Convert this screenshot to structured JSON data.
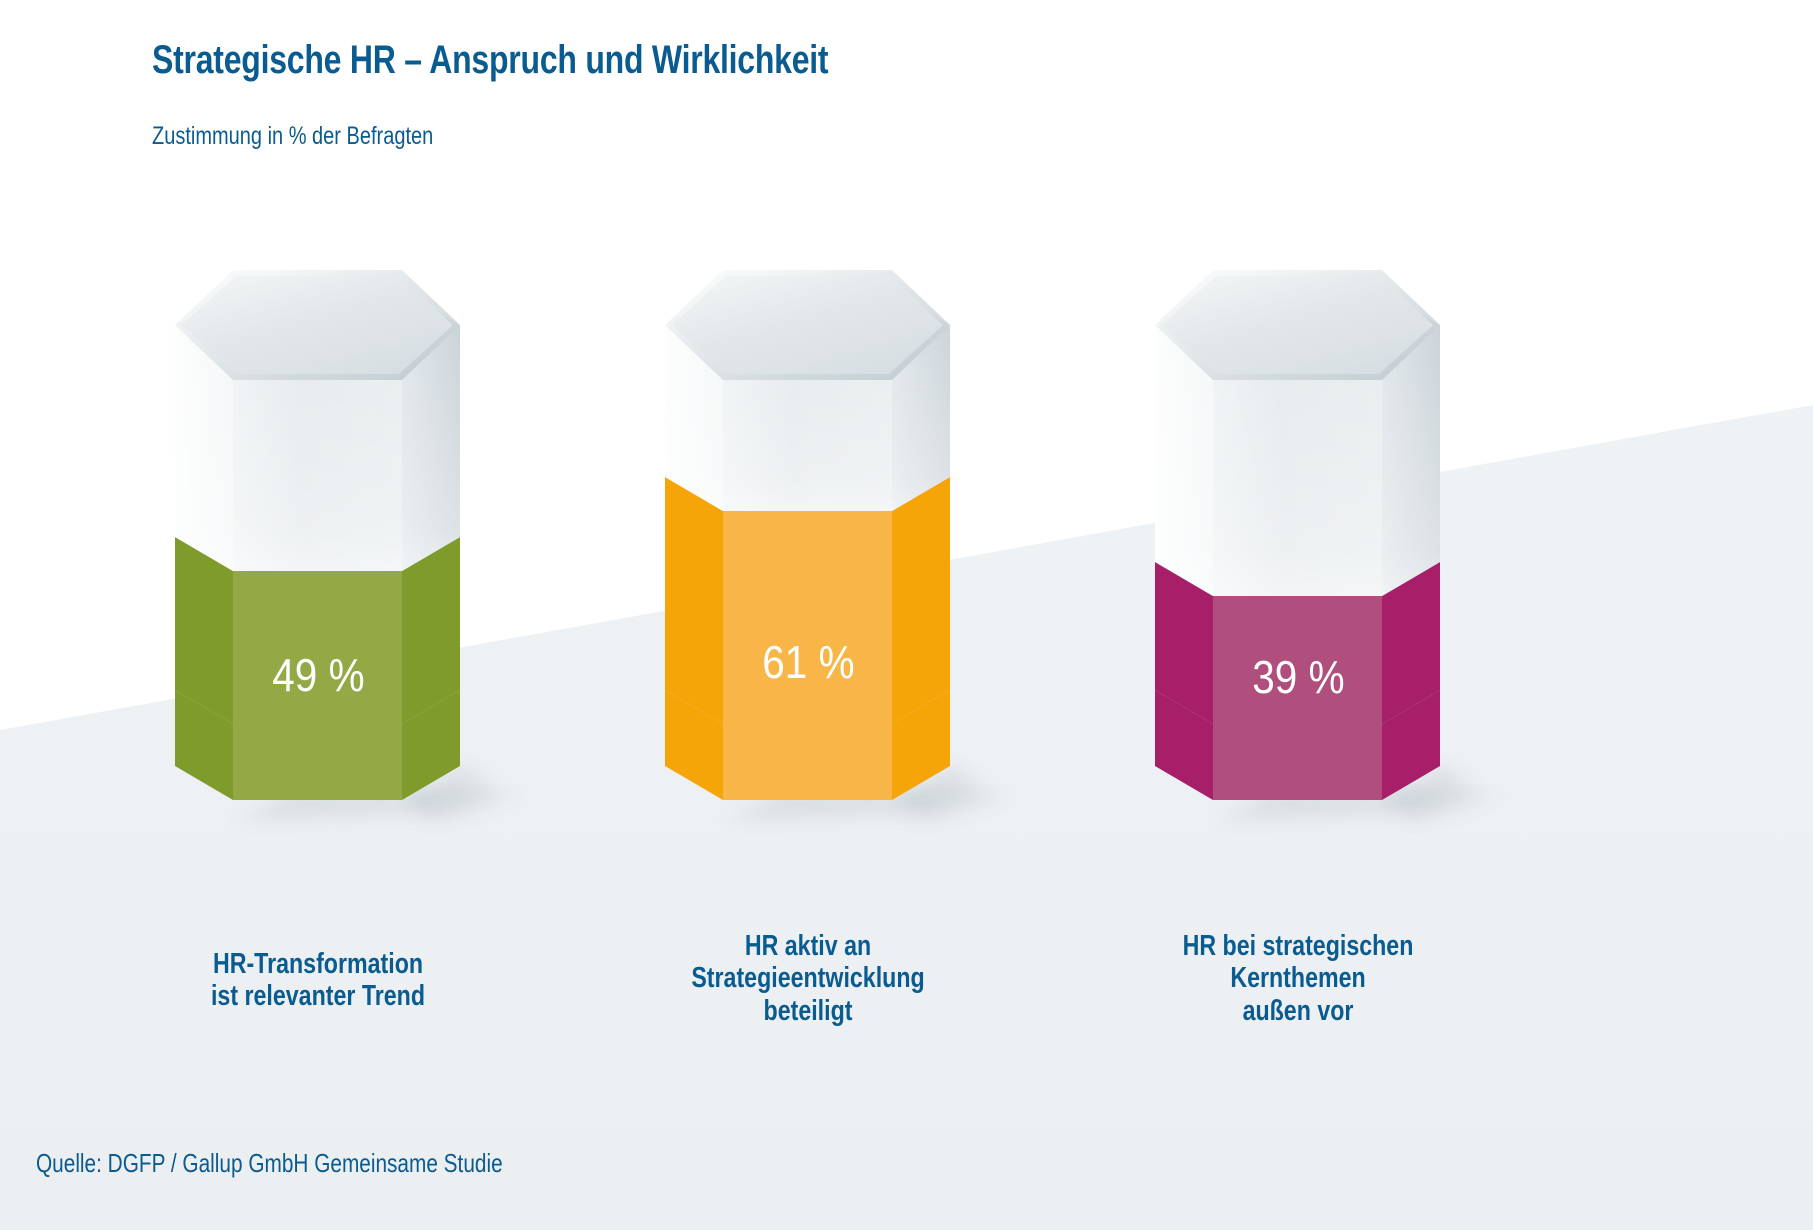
{
  "header": {
    "title": "Strategische HR – Anspruch und Wirklichkeit",
    "subtitle": "Zustimmung in % der Befragten",
    "title_color": "#0a5b8f"
  },
  "footer": {
    "source": "Quelle: DGFP / Gallup GmbH Gemeinsame Studie"
  },
  "chart_data": {
    "type": "bar",
    "title": "Strategische HR – Anspruch und Wirklichkeit",
    "subtitle": "Zustimmung in % der Befragten",
    "xlabel": "",
    "ylabel": "Zustimmung in % der Befragten",
    "ylim": [
      0,
      100
    ],
    "unit": "%",
    "grid": false,
    "legend": "none",
    "style": "3d-hexagonal-prism",
    "categories": [
      "HR-Transformation ist relevanter Trend",
      "HR aktiv an Strategieentwicklung beteiligt",
      "HR bei strategischen Kernthemen außen vor"
    ],
    "values": [
      49,
      61,
      39
    ],
    "value_labels": [
      "49 %",
      "61 %",
      "39 %"
    ],
    "colors": [
      "#87a440",
      "#f7a70c",
      "#a9216b"
    ],
    "series": [
      {
        "name": "Zustimmung in % der Befragten",
        "values": [
          49,
          61,
          39
        ]
      }
    ]
  },
  "bars": [
    {
      "id": "bar-1",
      "value": 49,
      "value_label": "49 %",
      "label_lines": [
        "HR-Transformation",
        "ist relevanter Trend"
      ],
      "color_front": "#93a946",
      "color_side": "#7f9b2b",
      "color_side_right": "#7f9b2b"
    },
    {
      "id": "bar-2",
      "value": 61,
      "value_label": "61 %",
      "label_lines": [
        "HR aktiv an",
        "Strategieentwicklung",
        "beteiligt"
      ],
      "color_front": "#f9b648",
      "color_side": "#f6a508",
      "color_side_right": "#f6a508"
    },
    {
      "id": "bar-3",
      "value": 39,
      "value_label": "39 %",
      "label_lines": [
        "HR bei strategischen",
        "Kernthemen",
        "außen vor"
      ],
      "color_front": "#b04e7e",
      "color_side": "#a61f68",
      "color_side_right": "#a61f68"
    }
  ],
  "palette": {
    "background": "#ffffff",
    "background_band": "#eaf0f3",
    "glass_light": "#ffffff",
    "glass_mid": "#e3e8ea",
    "glass_dark": "#c8d0d4",
    "text_blue": "#0a5b8f"
  }
}
